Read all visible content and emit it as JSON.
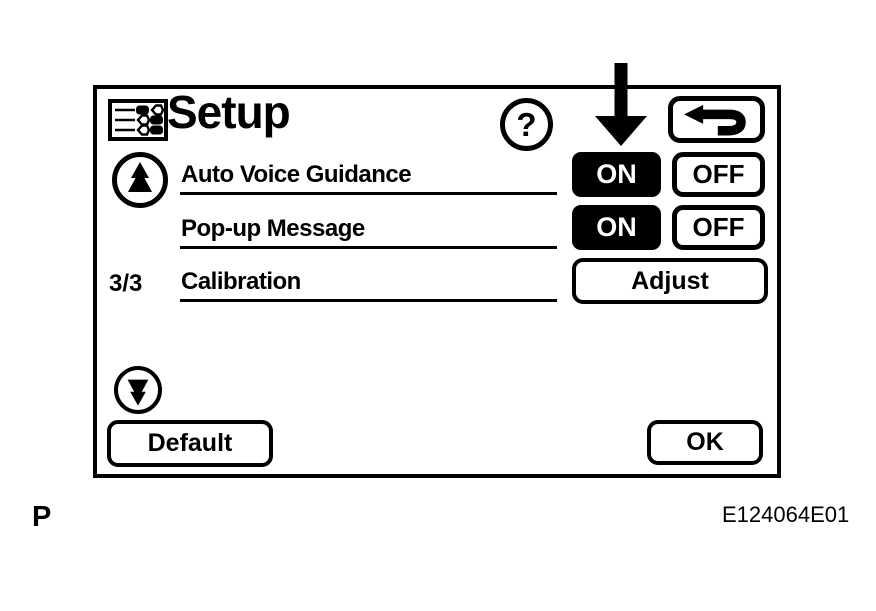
{
  "figure": {
    "caption_left": "P",
    "figure_id": "E124064E01"
  },
  "screen": {
    "title": "Setup",
    "help_label": "?",
    "pagination": "3/3",
    "rows": [
      {
        "label": "Auto Voice Guidance",
        "on_label": "ON",
        "off_label": "OFF",
        "state": "ON"
      },
      {
        "label": "Pop-up Message",
        "on_label": "ON",
        "off_label": "OFF",
        "state": "ON"
      },
      {
        "label": "Calibration",
        "adjust_label": "Adjust"
      }
    ],
    "buttons": {
      "default_label": "Default",
      "ok_label": "OK"
    },
    "colors": {
      "foreground": "#000000",
      "background": "#ffffff"
    }
  }
}
